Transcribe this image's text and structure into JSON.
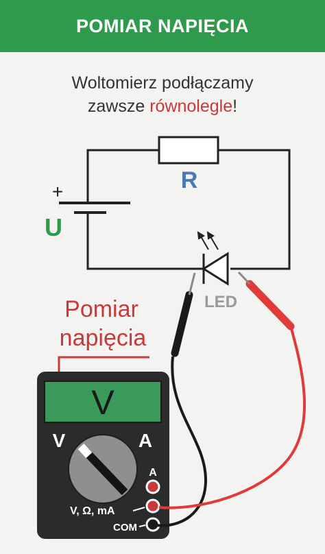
{
  "header": {
    "title": "POMIAR NAPIĘCIA"
  },
  "intro": {
    "line1": "Woltomierz podłączamy",
    "line2_prefix": "zawsze ",
    "line2_emphasis": "równolegle",
    "line2_suffix": "!"
  },
  "circuit": {
    "resistor_label": "R",
    "battery_plus": "+",
    "battery_label": "U",
    "led_label": "LED"
  },
  "callout": {
    "line1": "Pomiar",
    "line2": "napięcia"
  },
  "multimeter": {
    "display_text": "V",
    "dial_left_label": "V",
    "dial_right_label": "A",
    "socket_a_label": "A",
    "socket_v_label": "V, Ω, mA",
    "socket_com_label": "COM"
  },
  "colors": {
    "header_green": "#2e9a4c",
    "accent_red": "#c83a3a",
    "resistor_blue": "#4a78b8",
    "battery_green": "#2e9a4c",
    "led_gray": "#9a9a9a",
    "probe_red": "#e03a3a",
    "meter_body": "#2b2b2b",
    "display_green": "#3a9a5a"
  }
}
